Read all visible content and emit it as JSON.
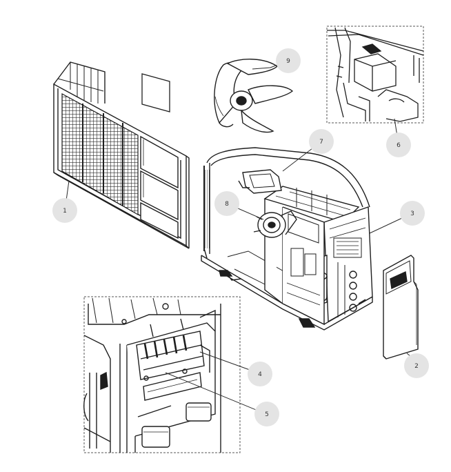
{
  "diagram": {
    "type": "exploded-parts-view",
    "colors": {
      "line": "#1e1e1e",
      "hatch": "#2a2a2a",
      "callout_bubble": "#e4e4e4",
      "callout_text": "#333333",
      "detail_border": "#555555",
      "background": "#ffffff"
    },
    "callouts": [
      {
        "id": "1",
        "label": "1"
      },
      {
        "id": "2",
        "label": "2"
      },
      {
        "id": "3",
        "label": "3"
      },
      {
        "id": "4",
        "label": "4"
      },
      {
        "id": "5",
        "label": "5"
      },
      {
        "id": "6",
        "label": "6"
      },
      {
        "id": "7",
        "label": "7"
      },
      {
        "id": "8",
        "label": "8"
      },
      {
        "id": "9",
        "label": "9"
      }
    ]
  }
}
